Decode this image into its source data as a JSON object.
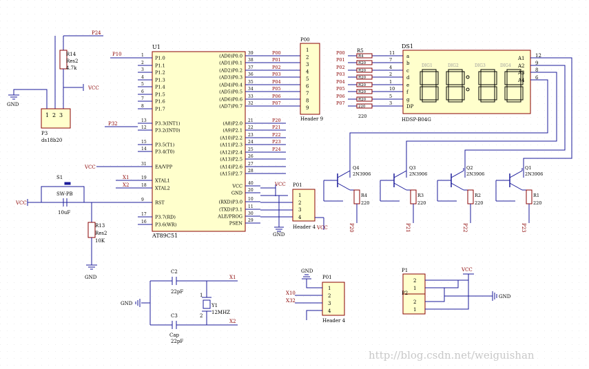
{
  "colors": {
    "wire": "#1a1a9a",
    "netlabel": "#8a0000",
    "part_outline": "#8a0000",
    "part_fill": "#ffffcc",
    "pin_num": "#000000",
    "watermark": "#c8c8c8",
    "seg_label": "#9a9a9a"
  },
  "power": {
    "vcc": "VCC",
    "gnd": "GND"
  },
  "mcu": {
    "designator": "U1",
    "part": "AT89C51",
    "left_pins": [
      {
        "num": "1",
        "name": "P1.0"
      },
      {
        "num": "2",
        "name": "P1.1"
      },
      {
        "num": "3",
        "name": "P1.2"
      },
      {
        "num": "4",
        "name": "P1.3"
      },
      {
        "num": "5",
        "name": "P1.4"
      },
      {
        "num": "6",
        "name": "P1.5"
      },
      {
        "num": "7",
        "name": "P1.6"
      },
      {
        "num": "8",
        "name": "P1.7"
      },
      {
        "num": "13",
        "name": "P3.3(INT1)"
      },
      {
        "num": "12",
        "name": "P3.2(INT0)"
      },
      {
        "num": "15",
        "name": "P3.5(T1)"
      },
      {
        "num": "14",
        "name": "P3.4(T0)"
      },
      {
        "num": "31",
        "name": "EA/VPP"
      },
      {
        "num": "19",
        "name": "XTAL1"
      },
      {
        "num": "18",
        "name": "XTAL2"
      },
      {
        "num": "9",
        "name": "RST"
      },
      {
        "num": "17",
        "name": "P3.7(RD)"
      },
      {
        "num": "16",
        "name": "P3.6(WR)"
      }
    ],
    "right_pins": [
      {
        "num": "39",
        "name": "(AD0)P0.0"
      },
      {
        "num": "38",
        "name": "(AD1)P0.1"
      },
      {
        "num": "37",
        "name": "(AD2)P0.2"
      },
      {
        "num": "36",
        "name": "(AD3)P0.3"
      },
      {
        "num": "35",
        "name": "(AD4)P0.4"
      },
      {
        "num": "34",
        "name": "(AD5)P0.5"
      },
      {
        "num": "33",
        "name": "(AD6)P0.6"
      },
      {
        "num": "32",
        "name": "(AD7)P0.7"
      },
      {
        "num": "21",
        "name": "(A8)P2.0"
      },
      {
        "num": "22",
        "name": "(A9)P2.1"
      },
      {
        "num": "23",
        "name": "(A10)P2.2"
      },
      {
        "num": "24",
        "name": "(A11)P2.3"
      },
      {
        "num": "25",
        "name": "(A12)P2.4"
      },
      {
        "num": "26",
        "name": "(A13)P2.5"
      },
      {
        "num": "27",
        "name": "(A14)P2.6"
      },
      {
        "num": "28",
        "name": "(A15)P2.7"
      },
      {
        "num": "40",
        "name": "VCC"
      },
      {
        "num": "20",
        "name": "GND"
      },
      {
        "num": "10",
        "name": "(RXD)P3.0"
      },
      {
        "num": "11",
        "name": "(TXD)P3.1"
      },
      {
        "num": "30",
        "name": "ALE/PROG"
      },
      {
        "num": "29",
        "name": "PSEN"
      }
    ],
    "left_nets": [
      "P10",
      "P32",
      "VCC",
      "X1",
      "X2"
    ],
    "right_nets_p0": [
      "P00",
      "P01",
      "P02",
      "P03",
      "P04",
      "P05",
      "P06",
      "P07"
    ],
    "right_nets_p2": [
      "P20",
      "P21",
      "P22",
      "P23",
      "P24"
    ]
  },
  "header9": {
    "designator": "P00",
    "part": "Header 9",
    "pins": [
      "1",
      "2",
      "3",
      "4",
      "5",
      "6",
      "7",
      "8",
      "9"
    ]
  },
  "header4_top": {
    "designator": "P01",
    "part": "Header 4",
    "pins": [
      "1",
      "2",
      "3",
      "4"
    ]
  },
  "header4_bottom": {
    "designator": "P01",
    "part": "Header 4",
    "pins": [
      "1",
      "2",
      "3",
      "4"
    ],
    "nets": [
      "GND",
      "X10",
      "X32"
    ]
  },
  "resistor_array": {
    "designator": "R5",
    "values": [
      "R4",
      "R20",
      "R20",
      "R20",
      "R20",
      "R20",
      "R20",
      "220",
      "220"
    ],
    "value": "220"
  },
  "display": {
    "designator": "DS1",
    "part": "HDSP-B04G",
    "segment_pins": [
      {
        "num": "11",
        "name": "a"
      },
      {
        "num": "7",
        "name": "b"
      },
      {
        "num": "4",
        "name": "c"
      },
      {
        "num": "2",
        "name": "d"
      },
      {
        "num": "1",
        "name": "e"
      },
      {
        "num": "10",
        "name": "f"
      },
      {
        "num": "5",
        "name": "g"
      },
      {
        "num": "3",
        "name": "DP"
      }
    ],
    "digit_pins": [
      {
        "num": "12",
        "name": "A1"
      },
      {
        "num": "9",
        "name": "A2"
      },
      {
        "num": "8",
        "name": "A3"
      },
      {
        "num": "6",
        "name": "A4"
      }
    ],
    "digit_labels": [
      "DIG1",
      "DIG2",
      "DIG3",
      "DIG4"
    ]
  },
  "transistors": [
    {
      "designator": "Q4",
      "part": "2N3906",
      "res": "R4",
      "res_val": "220",
      "net": "P20"
    },
    {
      "designator": "Q3",
      "part": "2N3906",
      "res": "R3",
      "res_val": "220",
      "net": "P21"
    },
    {
      "designator": "Q2",
      "part": "2N3906",
      "res": "R2",
      "res_val": "220",
      "net": "P22"
    },
    {
      "designator": "Q1",
      "part": "2N3906",
      "res": "R1",
      "res_val": "220",
      "net": "P23"
    }
  ],
  "pot": {
    "designator": "R14",
    "part": "Res2",
    "value": "4.7k",
    "net": "P24"
  },
  "ds18b20": {
    "designator": "P3",
    "part": "ds18b20",
    "pins": [
      "1",
      "2",
      "3"
    ]
  },
  "reset": {
    "switch": "S1",
    "switch_part": "SW-PB",
    "cap_val": "10uF",
    "res": "R13",
    "res_part": "Res2",
    "res_val": "10K"
  },
  "crystal": {
    "c2": "C2",
    "c2_val": "22pF",
    "c3": "C3",
    "c3_part": "Cap",
    "c3_val": "22pF",
    "y": "Y1",
    "y_val": "12MHZ",
    "net1": "X1",
    "net2": "X2",
    "pin1": "1",
    "pin2": "2"
  },
  "jumper": {
    "designator": "P1",
    "inner": "P2",
    "pins": [
      "2",
      "1",
      "2",
      "1"
    ]
  },
  "watermark": "http://blog.csdn.net/weiguishan"
}
